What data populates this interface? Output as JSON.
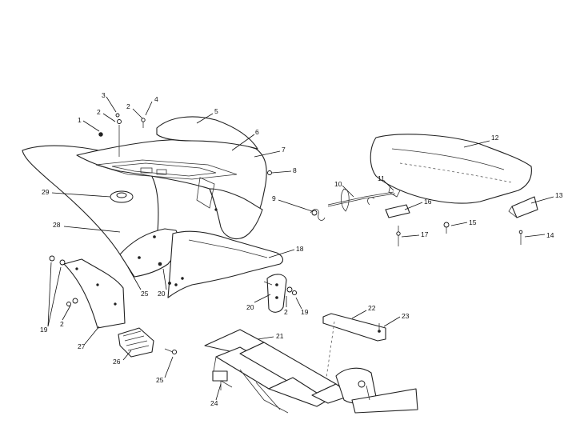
{
  "callouts": [
    {
      "label": "1"
    },
    {
      "label": "2"
    },
    {
      "label": "3"
    },
    {
      "label": "2"
    },
    {
      "label": "4"
    },
    {
      "label": "5"
    },
    {
      "label": "6"
    },
    {
      "label": "7"
    },
    {
      "label": "8"
    },
    {
      "label": "29"
    },
    {
      "label": "28"
    },
    {
      "label": "9"
    },
    {
      "label": "10"
    },
    {
      "label": "11"
    },
    {
      "label": "16"
    },
    {
      "label": "12"
    },
    {
      "label": "13"
    },
    {
      "label": "15"
    },
    {
      "label": "17"
    },
    {
      "label": "14"
    },
    {
      "label": "18"
    },
    {
      "label": "25"
    },
    {
      "label": "20"
    },
    {
      "label": "20"
    },
    {
      "label": "2"
    },
    {
      "label": "19"
    },
    {
      "label": "19"
    },
    {
      "label": "2"
    },
    {
      "label": "27"
    },
    {
      "label": "22"
    },
    {
      "label": "23"
    },
    {
      "label": "21"
    },
    {
      "label": "26"
    },
    {
      "label": "25"
    },
    {
      "label": "24"
    }
  ]
}
